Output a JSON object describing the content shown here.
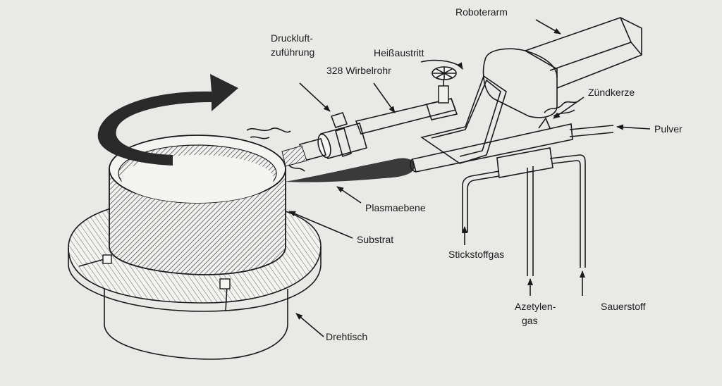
{
  "labels": {
    "roboterarm": "Roboterarm",
    "druckluft_line1": "Druckluft-",
    "druckluft_line2": "zuführung",
    "heissaustritt": "Heißaustritt",
    "wirbelrohr": "328 Wirbelrohr",
    "zuendkerze": "Zündkerze",
    "pulver": "Pulver",
    "plasmaebene": "Plasmaebene",
    "substrat": "Substrat",
    "stickstoffgas": "Stickstoffgas",
    "azetylen_line1": "Azetylen-",
    "azetylen_line2": "gas",
    "sauerstoff": "Sauerstoff",
    "drehtisch": "Drehtisch"
  },
  "colors": {
    "background": "#e9e9e7",
    "ink": "#1a1a1a",
    "rotation_arrow": "#2a2a2a",
    "plasma": "#3a3a3a"
  }
}
